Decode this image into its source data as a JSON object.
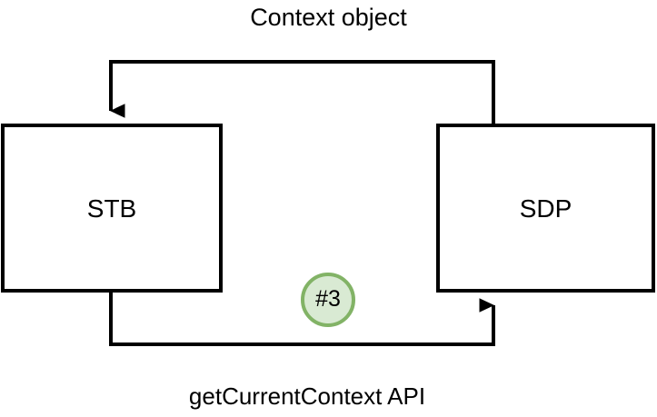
{
  "diagram": {
    "title": "Context object",
    "footer": "getCurrentContext API",
    "nodes": [
      {
        "id": "stb",
        "label": "STB"
      },
      {
        "id": "sdp",
        "label": "SDP"
      }
    ],
    "badges": [
      {
        "id": "step-3",
        "label": "#3"
      }
    ],
    "edges": [
      {
        "id": "context-object-edge",
        "from": "SDP",
        "to": "STB",
        "label": "Context object",
        "direction": "sdp-to-stb",
        "routing": "top"
      },
      {
        "id": "getcurrentcontext-edge",
        "from": "STB",
        "to": "SDP",
        "label": "getCurrentContext API",
        "direction": "stb-to-sdp",
        "routing": "bottom"
      }
    ],
    "colors": {
      "stroke": "#000000",
      "node_fill": "#ffffff",
      "badge_fill": "#d9ead3",
      "badge_stroke": "#82b366",
      "text": "#000000",
      "background": "#ffffff"
    }
  }
}
